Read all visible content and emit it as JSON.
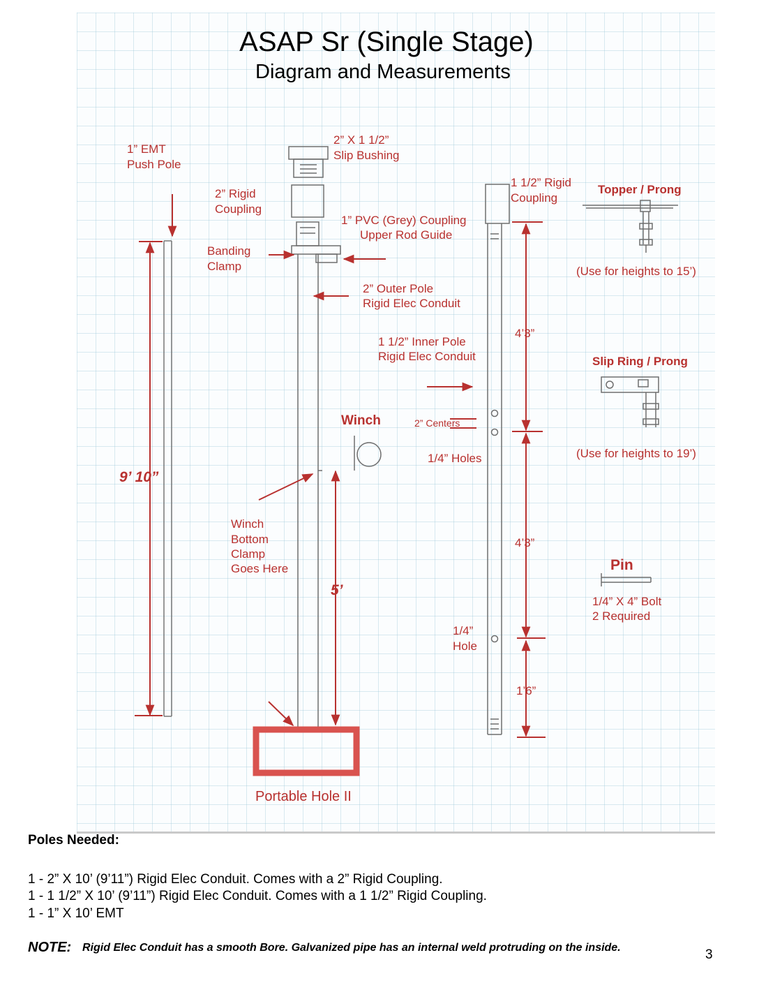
{
  "header": {
    "title": "ASAP Sr (Single Stage)",
    "subtitle": "Diagram and Measurements"
  },
  "labels": {
    "push_pole_1": "1” EMT",
    "push_pole_2": "Push Pole",
    "slip_bushing_1": "2” X 1 1/2”",
    "slip_bushing_2": "Slip Bushing",
    "rigid_coupling_2_1": "2” Rigid",
    "rigid_coupling_2_2": "Coupling",
    "rigid_coupling_15_1": "1 1/2” Rigid",
    "rigid_coupling_15_2": "Coupling",
    "pvc_coupling_1": "1” PVC (Grey) Coupling",
    "pvc_coupling_2": "Upper Rod Guide",
    "banding_clamp_1": "Banding",
    "banding_clamp_2": "Clamp",
    "outer_pole_1": "2” Outer Pole",
    "outer_pole_2": "Rigid Elec Conduit",
    "inner_pole_1": "1 1/2” Inner Pole",
    "inner_pole_2": "Rigid Elec Conduit",
    "winch": "Winch",
    "centers": "2” Centers",
    "holes": "1/4” Holes",
    "winch_clamp_1": "Winch",
    "winch_clamp_2": "Bottom",
    "winch_clamp_3": "Clamp",
    "winch_clamp_4": "Goes Here",
    "hole_1": "1/4”",
    "hole_2": "Hole",
    "portable_hole": "Portable Hole II"
  },
  "dimensions": {
    "push_pole_length": "9’ 10”",
    "winch_height": "5’",
    "upper_spacing": "4’3”",
    "middle_spacing": "4’3”",
    "bottom_spacing": "1’6”"
  },
  "accessories": {
    "topper_title": "Topper / Prong",
    "topper_note": "(Use for heights to 15’)",
    "slip_ring_title": "Slip Ring / Prong",
    "slip_ring_note": "(Use for heights to 19’)",
    "pin_title": "Pin",
    "pin_desc_1": "1/4” X 4” Bolt",
    "pin_desc_2": "2 Required"
  },
  "poles_needed": {
    "heading": "Poles Needed:",
    "items": [
      "1 - 2” X 10’ (9’11”) Rigid Elec Conduit. Comes with a 2” Rigid Coupling.",
      "1 - 1 1/2” X 10’  (9’11”) Rigid Elec Conduit. Comes with a 1 1/2” Rigid Coupling.",
      "1 - 1” X 10’ EMT"
    ]
  },
  "note": {
    "label": "NOTE:",
    "text": "Rigid Elec Conduit has a smooth Bore.  Galvanized pipe has an internal weld protruding on the inside."
  },
  "page_number": "3",
  "colors": {
    "annotation_red": "#b8312f",
    "sketch_gray": "#6e6e6e",
    "grid_blue": "#96c3d7"
  }
}
